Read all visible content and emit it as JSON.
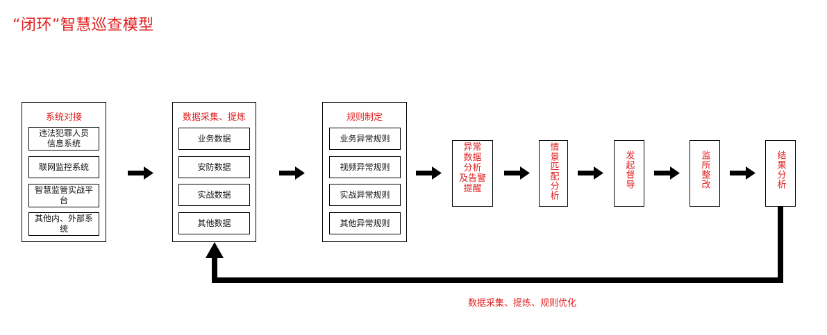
{
  "title": "“闭环”智慧巡查模型",
  "groups": [
    {
      "heading": "系统对接",
      "items": [
        "违法犯罪人员信息系统",
        "联网监控系统",
        "智慧监管实战平台",
        "其他内、外部系统"
      ]
    },
    {
      "heading": "数据采集、提炼",
      "items": [
        "业务数据",
        "安防数据",
        "实战数据",
        "其他数据"
      ]
    },
    {
      "heading": "规则制定",
      "items": [
        "业务异常规则",
        "视频异常规则",
        "实战异常规则",
        "其他异常规则"
      ]
    }
  ],
  "steps": [
    "异常数据分析及告警提醒",
    "情景匹配分析",
    "发起督导",
    "监所整改",
    "结果分析"
  ],
  "loop_label": "数据采集、提炼、规则优化",
  "colors": {
    "accent": "#e02020",
    "line": "#000000"
  }
}
